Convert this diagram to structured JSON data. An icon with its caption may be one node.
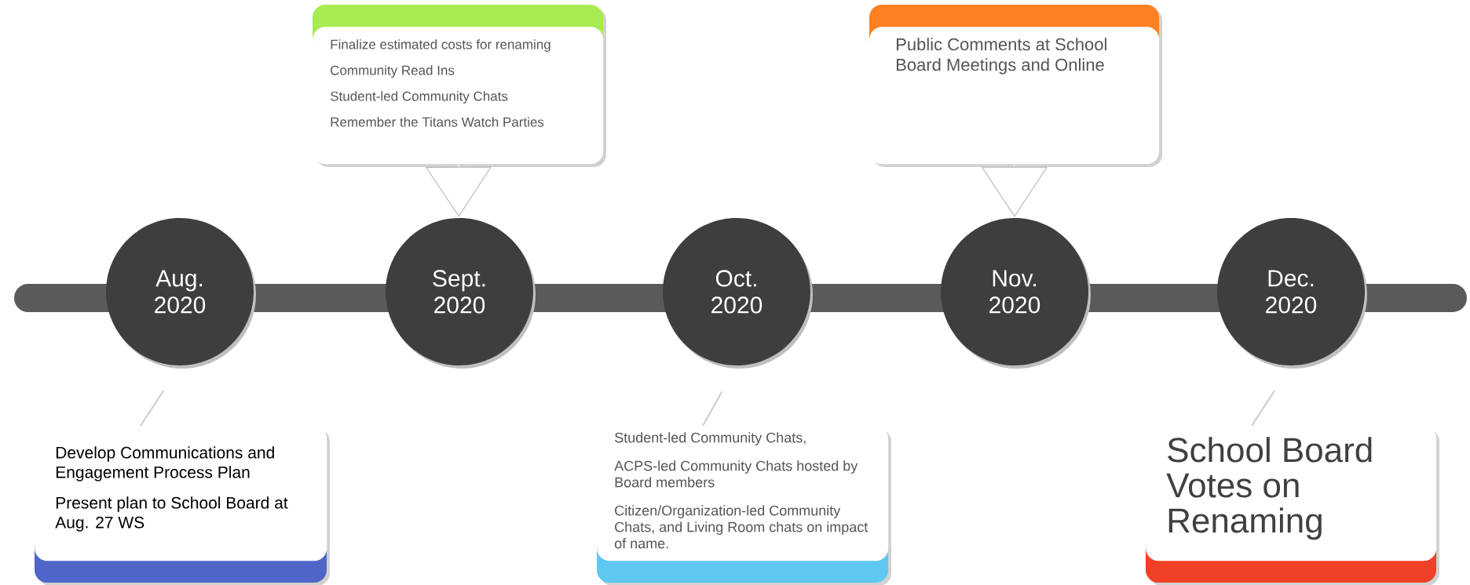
{
  "diagram": {
    "nodes": [
      {
        "text": [
          "Finalize estimated costs for renaming",
          "Community Read Ins",
          "Student-led Community Chats",
          "Remember the Titans Watch Parties"
        ]
      },
      {
        "text": [
          "Public Comments at School Board Meetings and Online"
        ]
      },
      {
        "text": [
          "Aug. 2020"
        ]
      },
      {
        "text": [
          "Sept. 2020"
        ]
      },
      {
        "text": [
          "Oct. 2020"
        ]
      },
      {
        "text": [
          "Nov. 2020"
        ]
      },
      {
        "text": [
          "Dec. 2020"
        ]
      },
      {
        "text": [
          "Develop Communications and Engagement Process Plan",
          "Present plan to School Board at Aug. 27 WS"
        ]
      },
      {
        "text": [
          "Student-led Community Chats,",
          "ACPS-led Community Chats hosted by Board members",
          "Citizen/Organization-led Community Chats, and Living Room chats on impact of name."
        ]
      },
      {
        "text": [
          "School Board Votes on Renaming"
        ]
      }
    ],
    "edges": [
      {
        "from": 0,
        "to": 3,
        "arrow": "to"
      },
      {
        "from": 1,
        "to": 5,
        "arrow": "to"
      },
      {
        "from": 7,
        "to": 2,
        "arrow": "none"
      },
      {
        "from": 8,
        "to": 4,
        "arrow": "none"
      },
      {
        "from": 9,
        "to": 6,
        "arrow": "none"
      }
    ]
  }
}
